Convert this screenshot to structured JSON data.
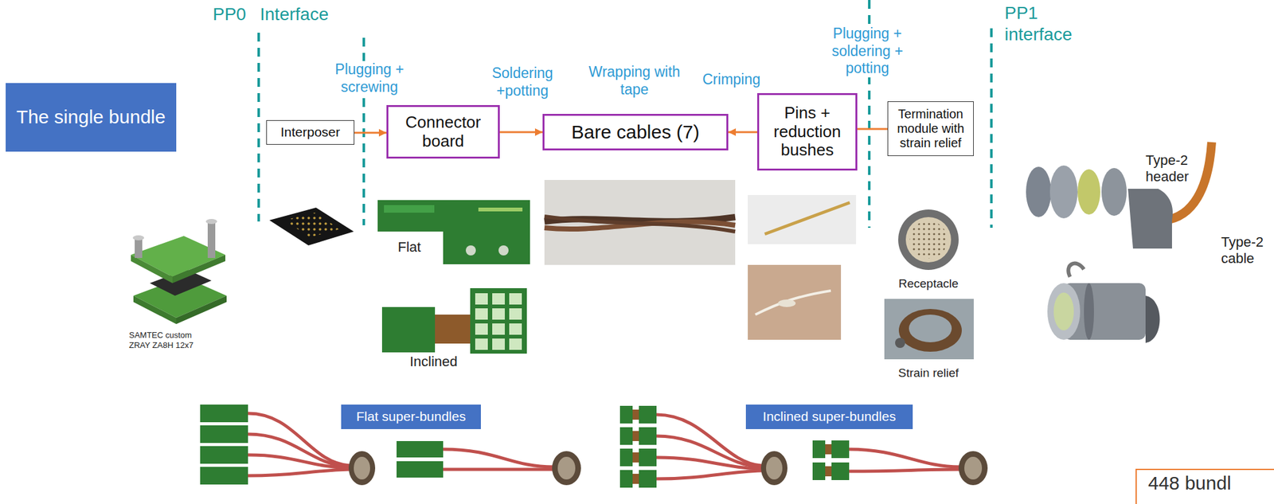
{
  "diagram": {
    "nodes": [
      {
        "text": [
          "The single bundle"
        ]
      },
      {
        "text": [
          "Interposer"
        ]
      },
      {
        "text": [
          "Connector board"
        ]
      },
      {
        "text": [
          "Bare cables (7)"
        ]
      },
      {
        "text": [
          "Pins + reduction bushes"
        ]
      },
      {
        "text": [
          "Termination module with strain relief"
        ]
      },
      {
        "text": [
          "Flat super-bundles"
        ]
      },
      {
        "text": [
          "Inclined super-bundles"
        ]
      },
      {
        "text": [
          "448 bundl"
        ]
      }
    ],
    "edges": [
      {
        "from": 1,
        "to": 2,
        "arrow": "to"
      },
      {
        "from": 2,
        "to": 3,
        "arrow": "to"
      },
      {
        "from": 4,
        "to": 3,
        "arrow": "to"
      },
      {
        "from": 4,
        "to": 5,
        "arrow": "none"
      }
    ],
    "labels": [
      "PP0",
      "Interface",
      "Plugging + screwing",
      "Soldering +potting",
      "Wrapping with tape",
      "Crimping",
      "Plugging + soldering + potting",
      "PP1 interface",
      "SAMTEC custom ZRAY ZA8H 12x7",
      "Flat",
      "Inclined",
      "Receptacle",
      "Strain relief",
      "Type-2 header",
      "Type-2 cable"
    ]
  }
}
